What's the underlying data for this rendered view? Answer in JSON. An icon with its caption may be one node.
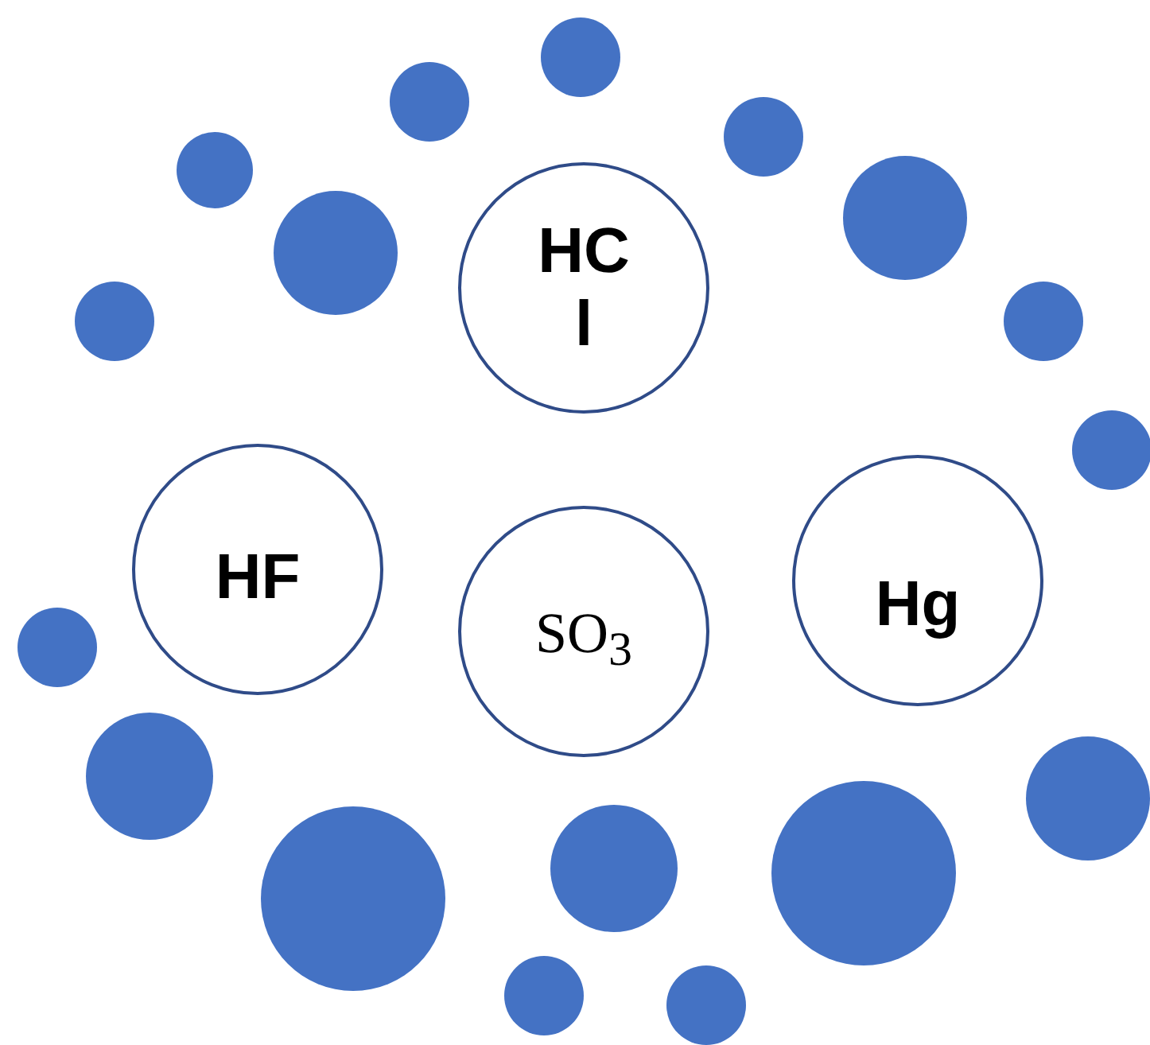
{
  "diagram": {
    "nodes": [
      {
        "text": [
          "HCl"
        ]
      },
      {
        "text": [
          "HF"
        ]
      },
      {
        "text": [
          "SO$_{3}$"
        ]
      },
      {
        "text": [
          "Hg"
        ]
      }
    ]
  }
}
